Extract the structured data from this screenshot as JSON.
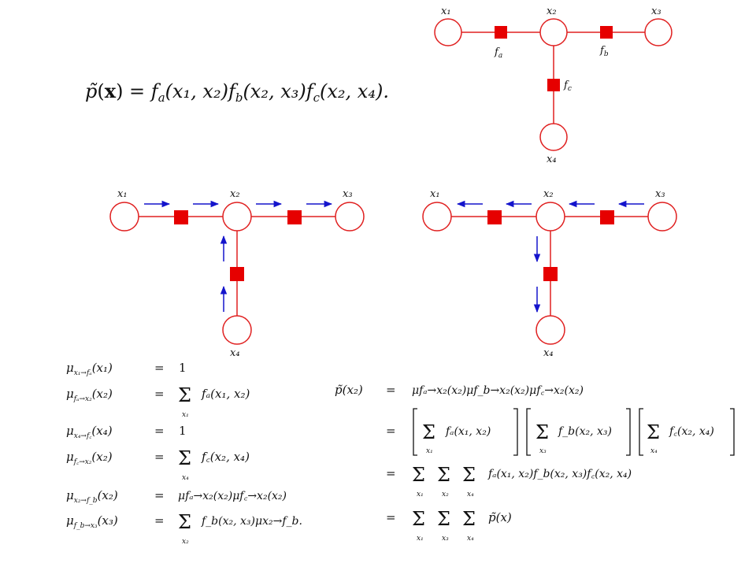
{
  "colors": {
    "graph": "#e02020",
    "factor": "#e60000",
    "arrow": "#1414cc",
    "text": "#111111"
  },
  "top": {
    "equation": {
      "lhs": "p̃(x) =",
      "f1": "f",
      "f1sub": "a",
      "f1args": "(x₁, x₂)",
      "f2": "f",
      "f2sub": "b",
      "f2args": "(x₂, x₃)",
      "f3": "f",
      "f3sub": "c",
      "f3args": "(x₂, x₄).",
      "pieces": [
        {
          "t": "p̃(",
          "it": true
        },
        {
          "t": "x",
          "bold": true
        },
        {
          "t": ") = "
        },
        {
          "t": "f",
          "it": true
        },
        {
          "t": "a",
          "sub": true
        },
        {
          "t": "(x₁, x₂)",
          "it": true
        },
        {
          "t": "f",
          "it": true
        },
        {
          "t": "b",
          "sub": true
        },
        {
          "t": "(x₂, x₃)",
          "it": true
        },
        {
          "t": "f",
          "it": true
        },
        {
          "t": "c",
          "sub": true
        },
        {
          "t": "(x₂, x₄).",
          "it": true
        }
      ]
    },
    "graph": {
      "x1": "x₁",
      "x2": "x₂",
      "x3": "x₃",
      "x4": "x₄",
      "fa": "f",
      "fa_sub": "a",
      "fb": "f",
      "fb_sub": "b",
      "fc": "f",
      "fc_sub": "c"
    }
  },
  "middle": {
    "left": {
      "x1": "x₁",
      "x2": "x₂",
      "x3": "x₃",
      "x4": "x₄",
      "direction": "toward x₃ and x₂"
    },
    "right": {
      "x1": "x₁",
      "x2": "x₂",
      "x3": "x₃",
      "x4": "x₄",
      "direction": "toward x₁ and x₄"
    }
  },
  "equations": {
    "left": [
      {
        "lhs": "μ_{x1→fa}(x₁)",
        "lhs_main": "μ",
        "lhs_sub": "x₁→fₐ",
        "lhs_args": "(x₁)",
        "eq": "=",
        "rhs": "1"
      },
      {
        "lhs_main": "μ",
        "lhs_sub": "fₐ→x₂",
        "lhs_args": "(x₂)",
        "eq": "=",
        "sum": "Σ",
        "sum_sub": "x₁",
        "rhs": "fₐ(x₁, x₂)"
      },
      {
        "lhs_main": "μ",
        "lhs_sub": "x₄→f꜀",
        "lhs_args": "(x₄)",
        "eq": "=",
        "rhs": "1"
      },
      {
        "lhs_main": "μ",
        "lhs_sub": "f꜀→x₂",
        "lhs_args": "(x₂)",
        "eq": "=",
        "sum": "Σ",
        "sum_sub": "x₄",
        "rhs": "f꜀(x₂, x₄)"
      },
      {
        "lhs_main": "μ",
        "lhs_sub": "x₂→f_b",
        "lhs_args": "(x₂)",
        "eq": "=",
        "rhs": "μfₐ→x₂(x₂)μf꜀→x₂(x₂)"
      },
      {
        "lhs_main": "μ",
        "lhs_sub": "f_b→x₃",
        "lhs_args": "(x₃)",
        "eq": "=",
        "sum": "Σ",
        "sum_sub": "x₂",
        "rhs": "f_b(x₂, x₃)μx₂→f_b."
      }
    ],
    "right": {
      "lhs": "p̃(x₂)",
      "eq": "=",
      "row1": "μfₐ→x₂(x₂)μf_b→x₂(x₂)μf꜀→x₂(x₂)",
      "row2_terms": [
        {
          "sum_sub": "x₁",
          "body": "fₐ(x₁, x₂)"
        },
        {
          "sum_sub": "x₃",
          "body": "f_b(x₂, x₃)"
        },
        {
          "sum_sub": "x₄",
          "body": "f꜀(x₂, x₄)"
        }
      ],
      "row3_subs": [
        "x₁",
        "x₂",
        "x₄"
      ],
      "row3_body": "fₐ(x₁, x₂)f_b(x₂, x₃)f꜀(x₂, x₄)",
      "row4_subs": [
        "x₁",
        "x₃",
        "x₄"
      ],
      "row4_body": "p̃(x)"
    }
  }
}
